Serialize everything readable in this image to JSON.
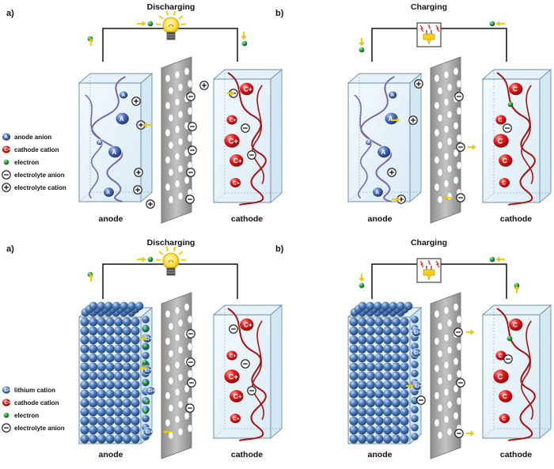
{
  "panels": [
    {
      "id": "top-left",
      "letter": "a)",
      "title": "Discharging",
      "anode_label": "anode",
      "cathode_label": "cathode",
      "power": "bulb",
      "anode_type": "polymer",
      "anion_symbol": "A",
      "cation_symbol": "C+"
    },
    {
      "id": "top-right",
      "letter": "b)",
      "title": "Charging",
      "anode_label": "anode",
      "cathode_label": "cathode",
      "power": "charger",
      "anode_type": "polymer",
      "anion_symbol": "A",
      "cation_symbol": "C"
    },
    {
      "id": "bottom-left",
      "letter": "a)",
      "title": "Discharging",
      "anode_label": "anode",
      "cathode_label": "cathode",
      "power": "bulb",
      "anode_type": "lithium",
      "lithium_symbol": "Li+",
      "cation_symbol": "C+"
    },
    {
      "id": "bottom-right",
      "letter": "b)",
      "title": "Charging",
      "anode_label": "anode",
      "cathode_label": "cathode",
      "power": "charger",
      "anode_type": "lithium",
      "lithium_symbol": "Li+",
      "cation_symbol": "C"
    }
  ],
  "legend_top": [
    {
      "icon": "anode-anion",
      "symbol": "A",
      "label": "anode anion"
    },
    {
      "icon": "cathode-cation",
      "symbol": "C+",
      "label": "cathode cation"
    },
    {
      "icon": "electron",
      "symbol": "",
      "label": "electron"
    },
    {
      "icon": "electrolyte-anion",
      "symbol": "−",
      "label": "electrolyte anion"
    },
    {
      "icon": "electrolyte-cation",
      "symbol": "+",
      "label": "electrolyte cation"
    }
  ],
  "legend_bottom": [
    {
      "icon": "lithium-cation",
      "symbol": "Li+",
      "label": "lithium cation"
    },
    {
      "icon": "cathode-cation",
      "symbol": "C+",
      "label": "cathode cation"
    },
    {
      "icon": "electron",
      "symbol": "",
      "label": "electron"
    },
    {
      "icon": "electrolyte-anion",
      "symbol": "−",
      "label": "electrolyte anion"
    }
  ],
  "colors": {
    "anion_blue": "#3f5fb0",
    "cation_red": "#e21a1a",
    "electron_green": "#1f9a3a",
    "arrow_yellow": "#f2cf00",
    "wire": "#111111",
    "box_fill": "#dceef7",
    "box_edge": "#6f8fa8",
    "polymer_anode": "#7a6aa8",
    "polymer_cathode": "#a31414",
    "separator": "#9a9a9a",
    "lithium_sphere": "#3d6aa6"
  }
}
